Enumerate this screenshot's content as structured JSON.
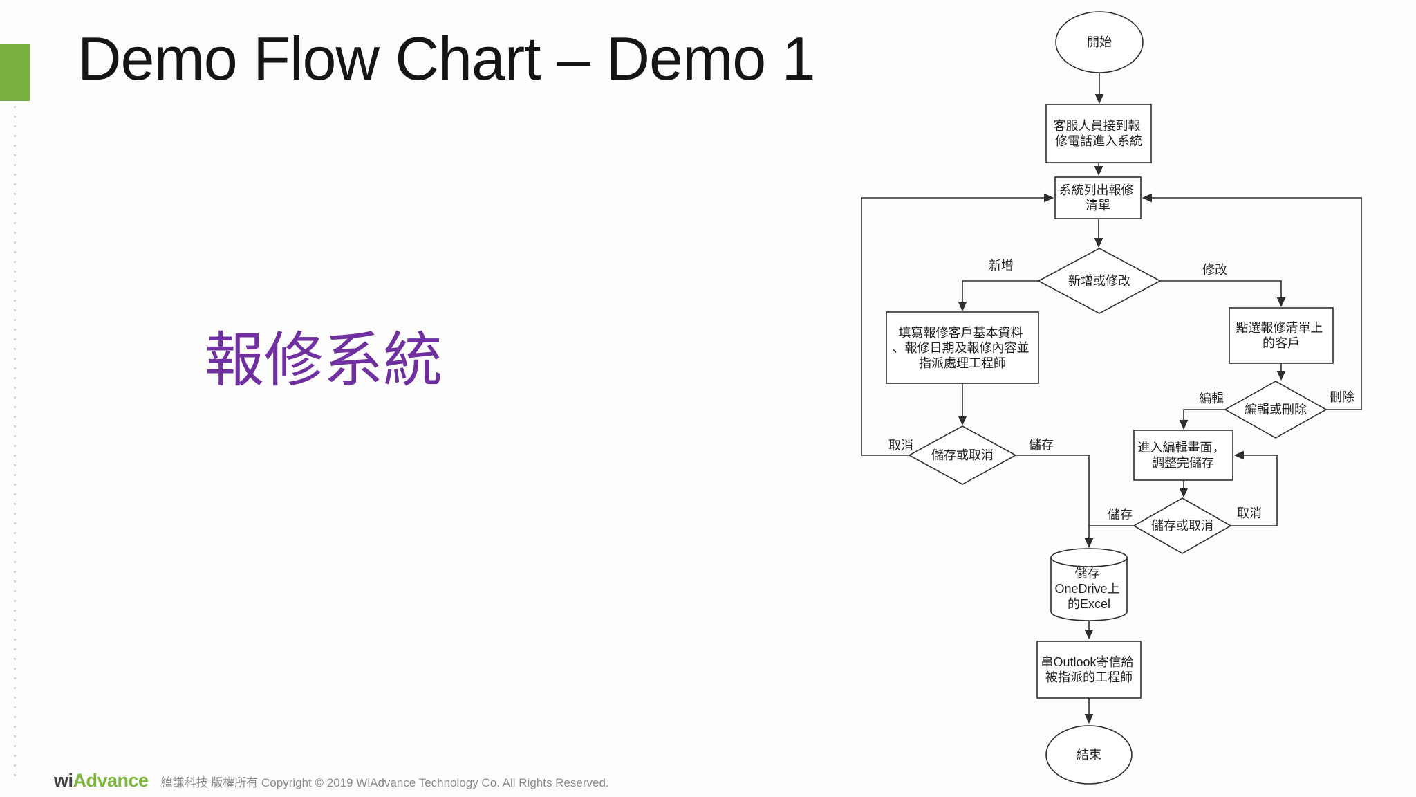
{
  "slide": {
    "title": "Demo Flow Chart – Demo 1",
    "subtitle": "報修系統"
  },
  "colors": {
    "accent_green": "#7bb13e",
    "logo_green": "#7db63c",
    "logo_gray": "#3f3f3f",
    "subtitle_purple": "#7030a0",
    "flow_stroke": "#2e2e2e"
  },
  "flowchart": {
    "nodes": {
      "start": {
        "label": "開始"
      },
      "receive_call": {
        "lines": [
          "客服人員接到報",
          "修電話進入系統"
        ]
      },
      "list_repairs": {
        "lines": [
          "系統列出報修",
          "清單"
        ]
      },
      "add_or_modify": {
        "label": "新增或修改"
      },
      "fill_data": {
        "lines": [
          "填寫報修客戶基本資料",
          "、報修日期及報修內容並",
          "指派處理工程師"
        ]
      },
      "save_or_cancel_left": {
        "label": "儲存或取消"
      },
      "select_customer": {
        "lines": [
          "點選報修清單上",
          "的客戶"
        ]
      },
      "edit_or_delete": {
        "label": "編輯或刪除"
      },
      "edit_screen": {
        "lines": [
          "進入編輯畫面，",
          "調整完儲存"
        ]
      },
      "save_or_cancel_right": {
        "label": "儲存或取消"
      },
      "save_onedrive": {
        "lines": [
          "儲存",
          "OneDrive上",
          "的Excel"
        ]
      },
      "send_outlook": {
        "lines": [
          "串Outlook寄信給",
          "被指派的工程師"
        ]
      },
      "end": {
        "label": "結束"
      }
    },
    "edge_labels": {
      "add": "新增",
      "modify": "修改",
      "cancel_left": "取消",
      "save_left": "儲存",
      "edit": "編輯",
      "delete": "刪除",
      "save_right": "儲存",
      "cancel_right": "取消"
    }
  },
  "footer": {
    "logo_part1": "wi",
    "logo_part2": "Advance",
    "copyright": "緯謙科技 版權所有 Copyright © 2019 WiAdvance Technology Co. All Rights Reserved."
  }
}
